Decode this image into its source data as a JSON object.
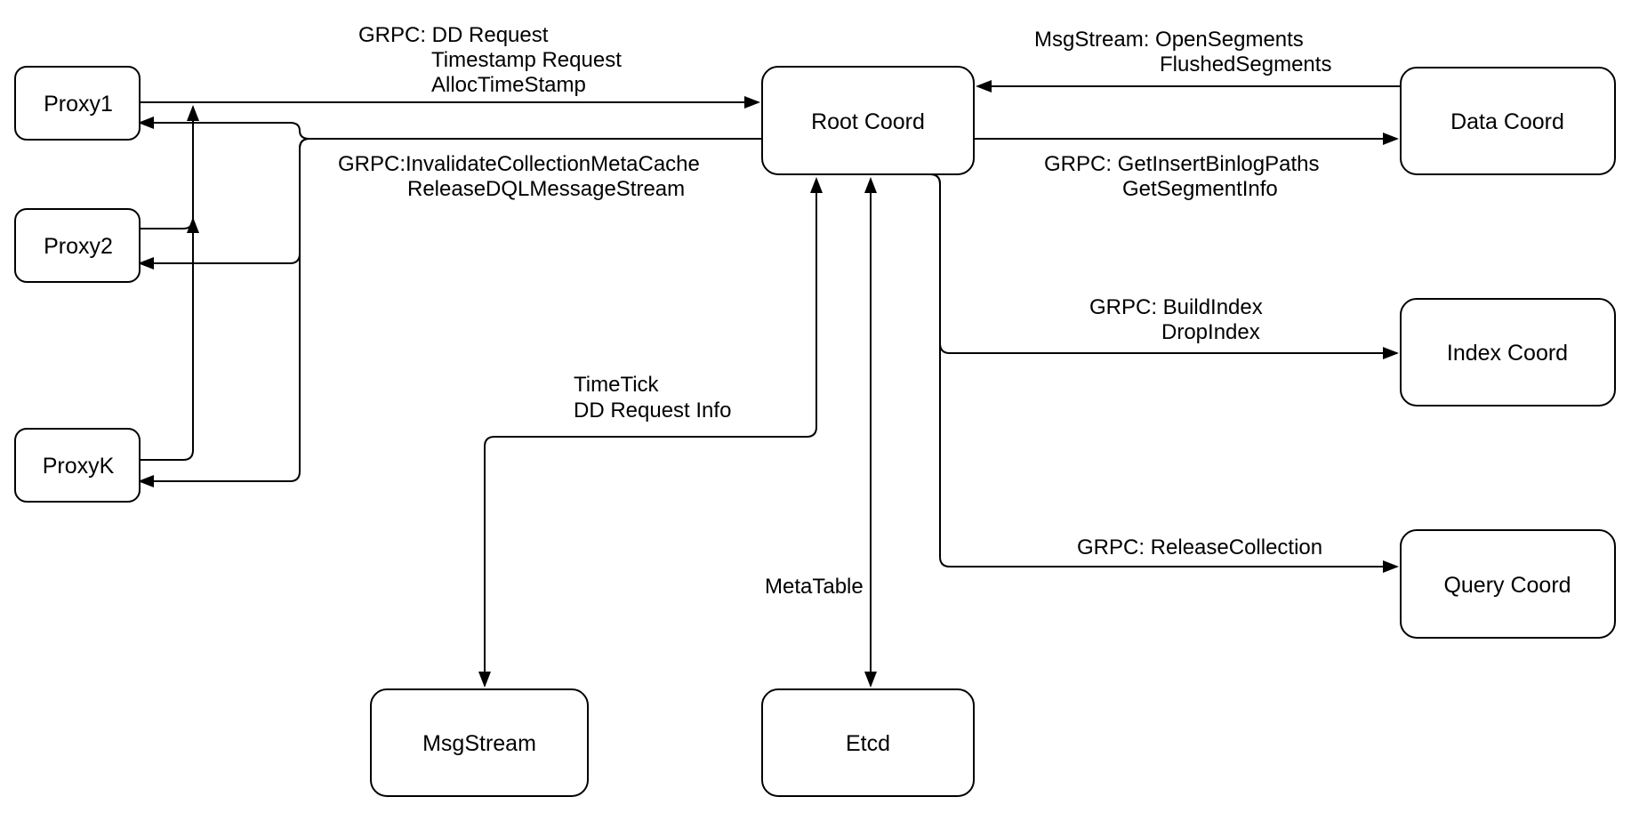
{
  "diagram": {
    "colors": {
      "background": "#ffffff",
      "stroke": "#000000",
      "node_fill": "#ffffff",
      "text": "#000000"
    },
    "nodes": {
      "proxy1": "Proxy1",
      "proxy2": "Proxy2",
      "proxyk": "ProxyK",
      "root_coord": "Root Coord",
      "data_coord": "Data Coord",
      "index_coord": "Index Coord",
      "query_coord": "Query Coord",
      "msgstream": "MsgStream",
      "etcd": "Etcd"
    },
    "edge_labels": {
      "proxy_to_root": [
        "GRPC: DD Request",
        "Timestamp Request",
        "AllocTimeStamp"
      ],
      "root_to_proxy": [
        "GRPC:InvalidateCollectionMetaCache",
        "ReleaseDQLMessageStream"
      ],
      "data_to_root": [
        "MsgStream: OpenSegments",
        "FlushedSegments"
      ],
      "root_to_data": [
        "GRPC: GetInsertBinlogPaths",
        "GetSegmentInfo"
      ],
      "root_to_index": [
        "GRPC: BuildIndex",
        "DropIndex"
      ],
      "root_to_query": [
        "GRPC: ReleaseCollection"
      ],
      "root_to_msgstream": [
        "TimeTick",
        "DD Request Info"
      ],
      "root_to_etcd": [
        "MetaTable"
      ]
    }
  }
}
